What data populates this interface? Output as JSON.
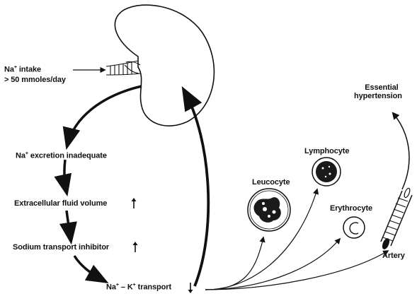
{
  "labels": {
    "na_intake_prefix": "Na",
    "na_intake_suffix": "intake",
    "na_intake_amount": "> 50 mmoles/day",
    "excretion_prefix": "Na",
    "excretion_suffix": "excretion inadequate",
    "ecf_volume": "Extracellular fluid volume",
    "sodium_inhibitor": "Sodium transport inhibitor",
    "transport_na": "Na",
    "transport_dash": "– K",
    "transport_suffix": "transport",
    "leucocyte": "Leucocyte",
    "lymphocyte": "Lymphocyte",
    "erythrocyte": "Erythrocyte",
    "artery": "Artery",
    "essential_1": "Essential",
    "essential_2": "hypertension",
    "ion_charge": "+"
  }
}
